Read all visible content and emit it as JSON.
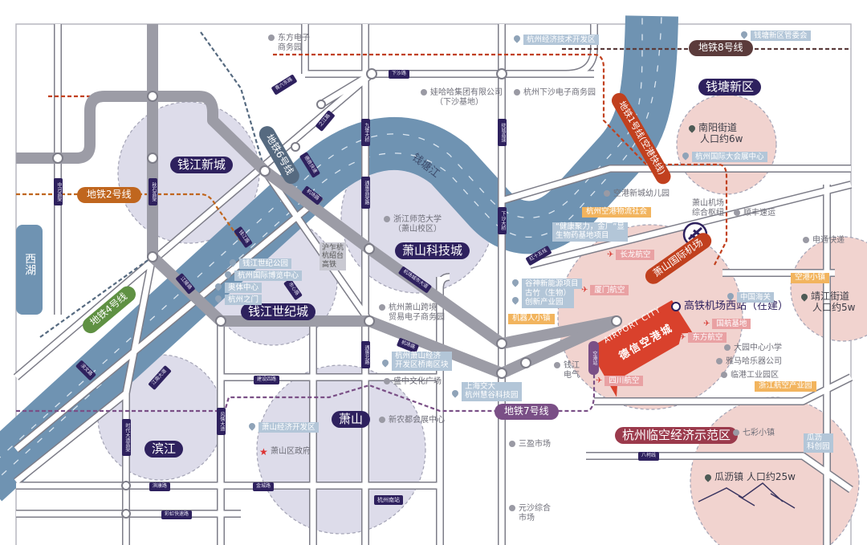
{
  "regions": [
    "钱江新城",
    "萧山科技城",
    "钱江世纪城",
    "滨江",
    "萧山",
    "钱塘新区",
    "杭州临空经济示范区"
  ],
  "lake": "西湖",
  "river": "钱塘江",
  "metro_lines": [
    "地铁2号线",
    "地铁4号线",
    "地铁6号线",
    "地铁1号线(空港快线)",
    "地铁7号线",
    "地铁8号线"
  ],
  "airport": "萧山国际机场",
  "airport_city": {
    "en": "AIRPORT CITY",
    "cn": "德信空港城"
  },
  "rail_note": [
    "沪乍杭",
    "杭绍台",
    "高铁"
  ],
  "stations": {
    "hsr_west": "高铁机场西站（在建）",
    "south": "杭州南站",
    "hub": [
      "萧山机场",
      "综合枢纽"
    ]
  },
  "roads": [
    "下沙路",
    "青六东路",
    "之江路",
    "九堡大桥",
    "德胜快速",
    "通惠高架路",
    "中河高架",
    "秋石高架",
    "机场路",
    "钱江路",
    "市心路",
    "机场城市大道",
    "机场路",
    "通惠北路",
    "江南大道",
    "时代大道高架",
    "建设四路",
    "风情大道",
    "滨康路",
    "金城路",
    "彩虹快速路",
    "八柯线",
    "下沙大桥",
    "绕城高速",
    "红十五线",
    "滨文路",
    "江陵路",
    "空港站"
  ],
  "poi": [
    "东方电子",
    "商务园",
    "娃哈哈集团有限公司",
    "（下沙基地）",
    "杭州下沙电子商务园",
    "浙江师范大学",
    "（萧山校区）",
    "杭州萧山跨境",
    "贸易电子商务园",
    "盛中文化广场",
    "新农都会展中心",
    "萧山区政府",
    "三盈市场",
    "元沙综合",
    "市场",
    "空港新城幼儿园",
    "顺丰速运",
    "申通快递",
    "钱江",
    "电气",
    "大园中心小学",
    "雅马哈乐器公司",
    "临港工业园区",
    "七彩小镇"
  ],
  "blue_tags": [
    "杭州经济技术开发区",
    "钱塘新区管委会",
    "杭州国际大会展中心",
    "“健康聚力，金厂”显",
    "生物药基地项目",
    "钱江世纪公园",
    "杭州国际博览中心",
    "奥体中心",
    "杭州之门",
    "谷神新能源项目",
    "古竹（生物）",
    "创新产业园",
    "上海交大",
    "杭州慧谷科技园",
    "萧山经济开发区",
    "杭州萧山经济",
    "开发区桥南区块",
    "中国海关",
    "瓜沥",
    "科创园"
  ],
  "orange_tags": [
    "杭州空港物流社会",
    "空港小镇",
    "机器人小镇",
    "浙江航空产业园"
  ],
  "airlines": [
    "长龙航空",
    "厦门航空",
    "国航基地",
    "东方航空",
    "四川航空"
  ],
  "populations": [
    {
      "name": "南阳街道",
      "pop": "人口约6w"
    },
    {
      "name": "靖江街道",
      "pop": "人口约5w"
    },
    {
      "name": "瓜沥镇",
      "pop": "人口约25w"
    }
  ],
  "colors": {
    "region": "#2e215e",
    "river": "#6f93b2",
    "zone_lavender": "#dddcea",
    "zone_pink": "#f1d3cf",
    "metro_gray": "#9c9ca6",
    "line2": "#c0661e",
    "line4": "#5f9143",
    "line6": "#566a80",
    "line1": "#c1401e",
    "line7": "#7a4f86",
    "line8": "#5b3b3b",
    "airport_city": "#d9412c"
  }
}
